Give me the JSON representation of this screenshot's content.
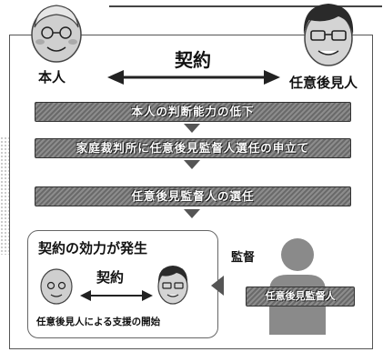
{
  "top": {
    "contract": "契約",
    "left_person": "本人",
    "right_person": "任意後見人"
  },
  "steps": [
    "本人の判断能力の低下",
    "家庭裁判所に任意後見監督人選任の申立て",
    "任意後見監督人の選任"
  ],
  "result": {
    "title": "契約の効力が発生",
    "contract": "契約",
    "caption": "任意後見人による支援の開始",
    "supervision": "監督",
    "supervisor": "任意後見監督人"
  }
}
